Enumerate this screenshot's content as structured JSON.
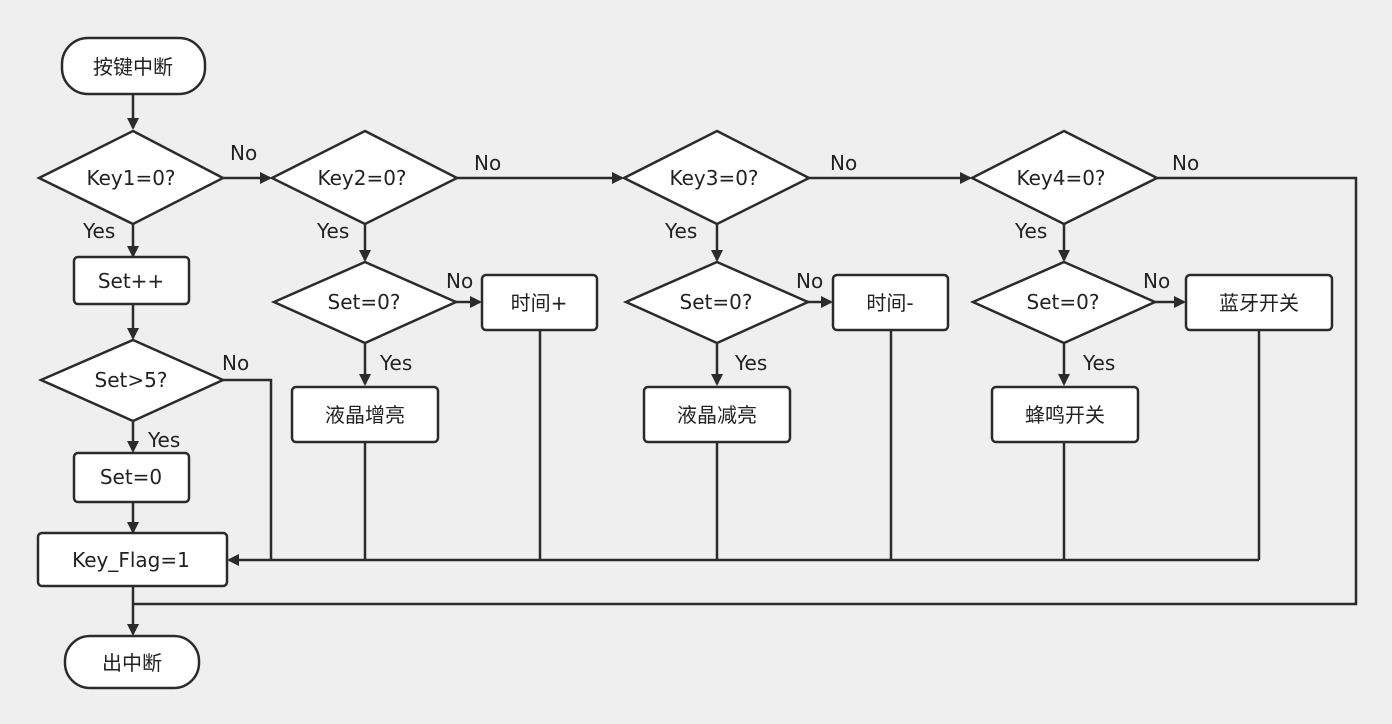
{
  "nodes": {
    "start": "按键中断",
    "key1": "Key1=0?",
    "key2": "Key2=0?",
    "key3": "Key3=0?",
    "key4": "Key4=0?",
    "set_inc": "Set++",
    "set_gt5": "Set>5?",
    "set_zero": "Set=0",
    "key_flag": "Key_Flag=1",
    "end": "出中断",
    "set0_a": "Set=0?",
    "set0_b": "Set=0?",
    "set0_c": "Set=0?",
    "time_plus": "时间+",
    "time_minus": "时间-",
    "bt_toggle": "蓝牙开关",
    "lcd_up": "液晶增亮",
    "lcd_down": "液晶减亮",
    "buzzer_toggle": "蜂鸣开关"
  },
  "labels": {
    "yes": "Yes",
    "no": "No"
  },
  "colors": {
    "background": "#efefef",
    "stroke": "#2b2b2b",
    "fill": "#ffffff",
    "text": "#222222"
  }
}
